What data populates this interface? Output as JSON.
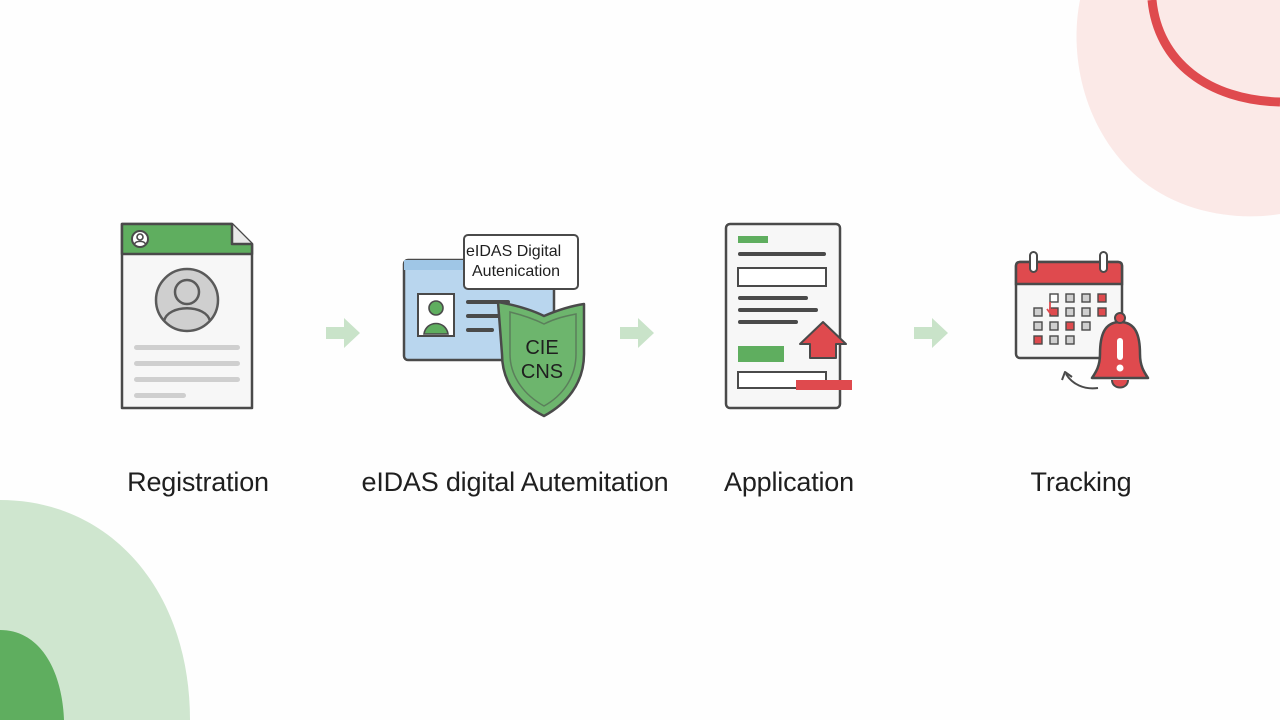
{
  "colors": {
    "green": "#5fae5f",
    "green_light": "#c9e3c9",
    "blue_light": "#b9d6ee",
    "red": "#df4a4e",
    "red_light": "#fbe6e4",
    "outline": "#4a4a4a",
    "text": "#1f1f1f"
  },
  "steps": [
    {
      "label": "Registration",
      "icon": "profile-document-icon"
    },
    {
      "label": "eIDAS digital Autemitation",
      "icon": "id-card-shield-icon"
    },
    {
      "label": "Application",
      "icon": "upload-form-icon"
    },
    {
      "label": "Tracking",
      "icon": "calendar-alert-bell-icon"
    }
  ],
  "auth_card": {
    "callout_line1": "eIDAS Digital",
    "callout_line2": "Autenication",
    "shield_line1": "CIE",
    "shield_line2": "CNS"
  },
  "connector_icon": "chevron-arrow-right-icon"
}
